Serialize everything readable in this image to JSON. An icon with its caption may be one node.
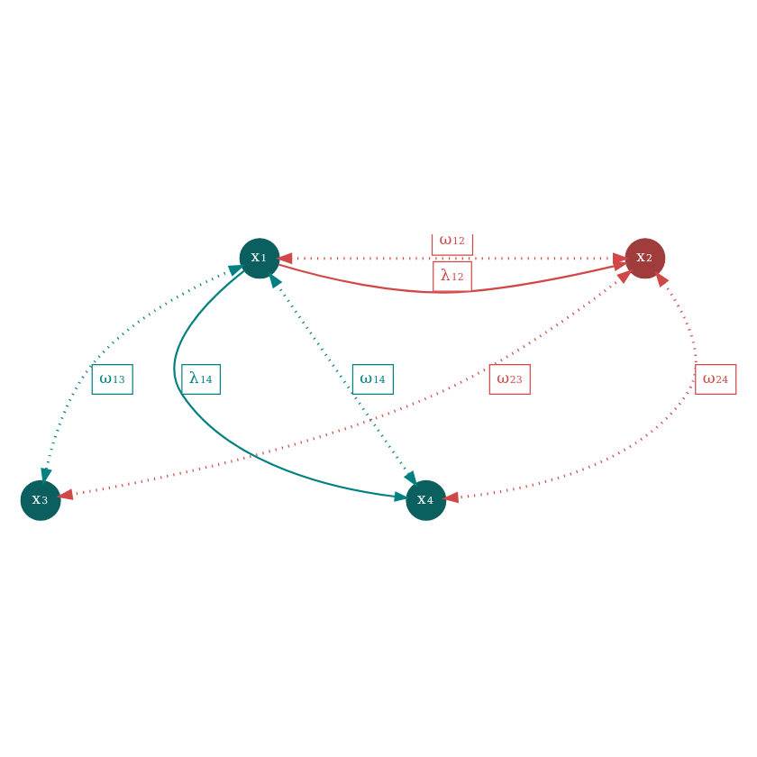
{
  "diagram": {
    "nodes": [
      {
        "text": [
          "x$_{1}$"
        ]
      },
      {
        "text": [
          "x$_{2}$"
        ]
      },
      {
        "text": [
          "x$_{3}$"
        ]
      },
      {
        "text": [
          "x$_{4}$"
        ]
      }
    ],
    "edges": [
      {
        "from": 0,
        "to": 1,
        "arrow": "both",
        "label": "ω$_{12}$",
        "style": "dashed"
      },
      {
        "from": 0,
        "to": 1,
        "arrow": "to",
        "label": "λ$_{12}$"
      },
      {
        "from": 0,
        "to": 3,
        "arrow": "to",
        "label": "λ$_{14}$",
        "color": "#008080"
      },
      {
        "from": 0,
        "to": 3,
        "arrow": "both",
        "label": "ω$_{14}$",
        "style": "dashed",
        "color": "#008080"
      },
      {
        "from": 0,
        "to": 2,
        "arrow": "both",
        "label": "ω$_{13}$",
        "style": "dashed",
        "color": "#008080"
      },
      {
        "from": 1,
        "to": 2,
        "arrow": "both",
        "label": "ω$_{23}$",
        "style": "dashed"
      },
      {
        "from": 1,
        "to": 3,
        "arrow": "both",
        "label": "ω$_{24}$",
        "style": "dashed"
      }
    ]
  }
}
